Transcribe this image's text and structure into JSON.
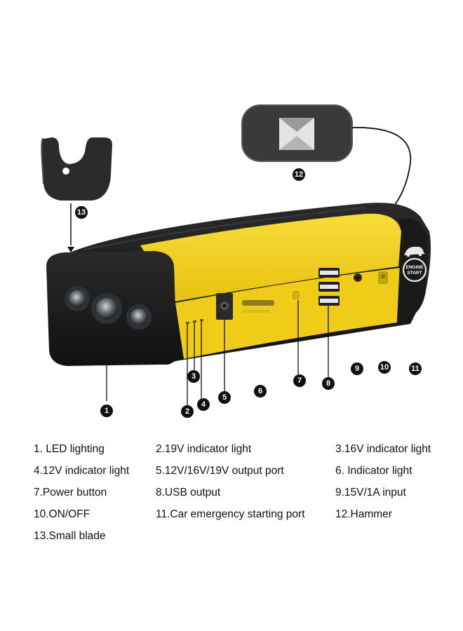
{
  "callouts": [
    "1",
    "2",
    "3",
    "4",
    "5",
    "6",
    "7",
    "8",
    "9",
    "10",
    "11",
    "12",
    "13"
  ],
  "engine_button": {
    "line1": "ENGINE",
    "line2": "START"
  },
  "legend": [
    "1. LED lighting",
    "2.19V indicator light",
    "3.16V indicator light",
    "4.12V indicator light",
    "5.12V/16V/19V output port",
    "6. Indicator light",
    "7.Power button",
    "8.USB output",
    "9.15V/1A input",
    "10.ON/OFF",
    "11.Car emergency starting port",
    "12.Hammer",
    "13.Small blade"
  ],
  "colors": {
    "body_yellow": "#f3d21c",
    "casing_black": "#1c1c1c",
    "callout_black": "#111111"
  }
}
